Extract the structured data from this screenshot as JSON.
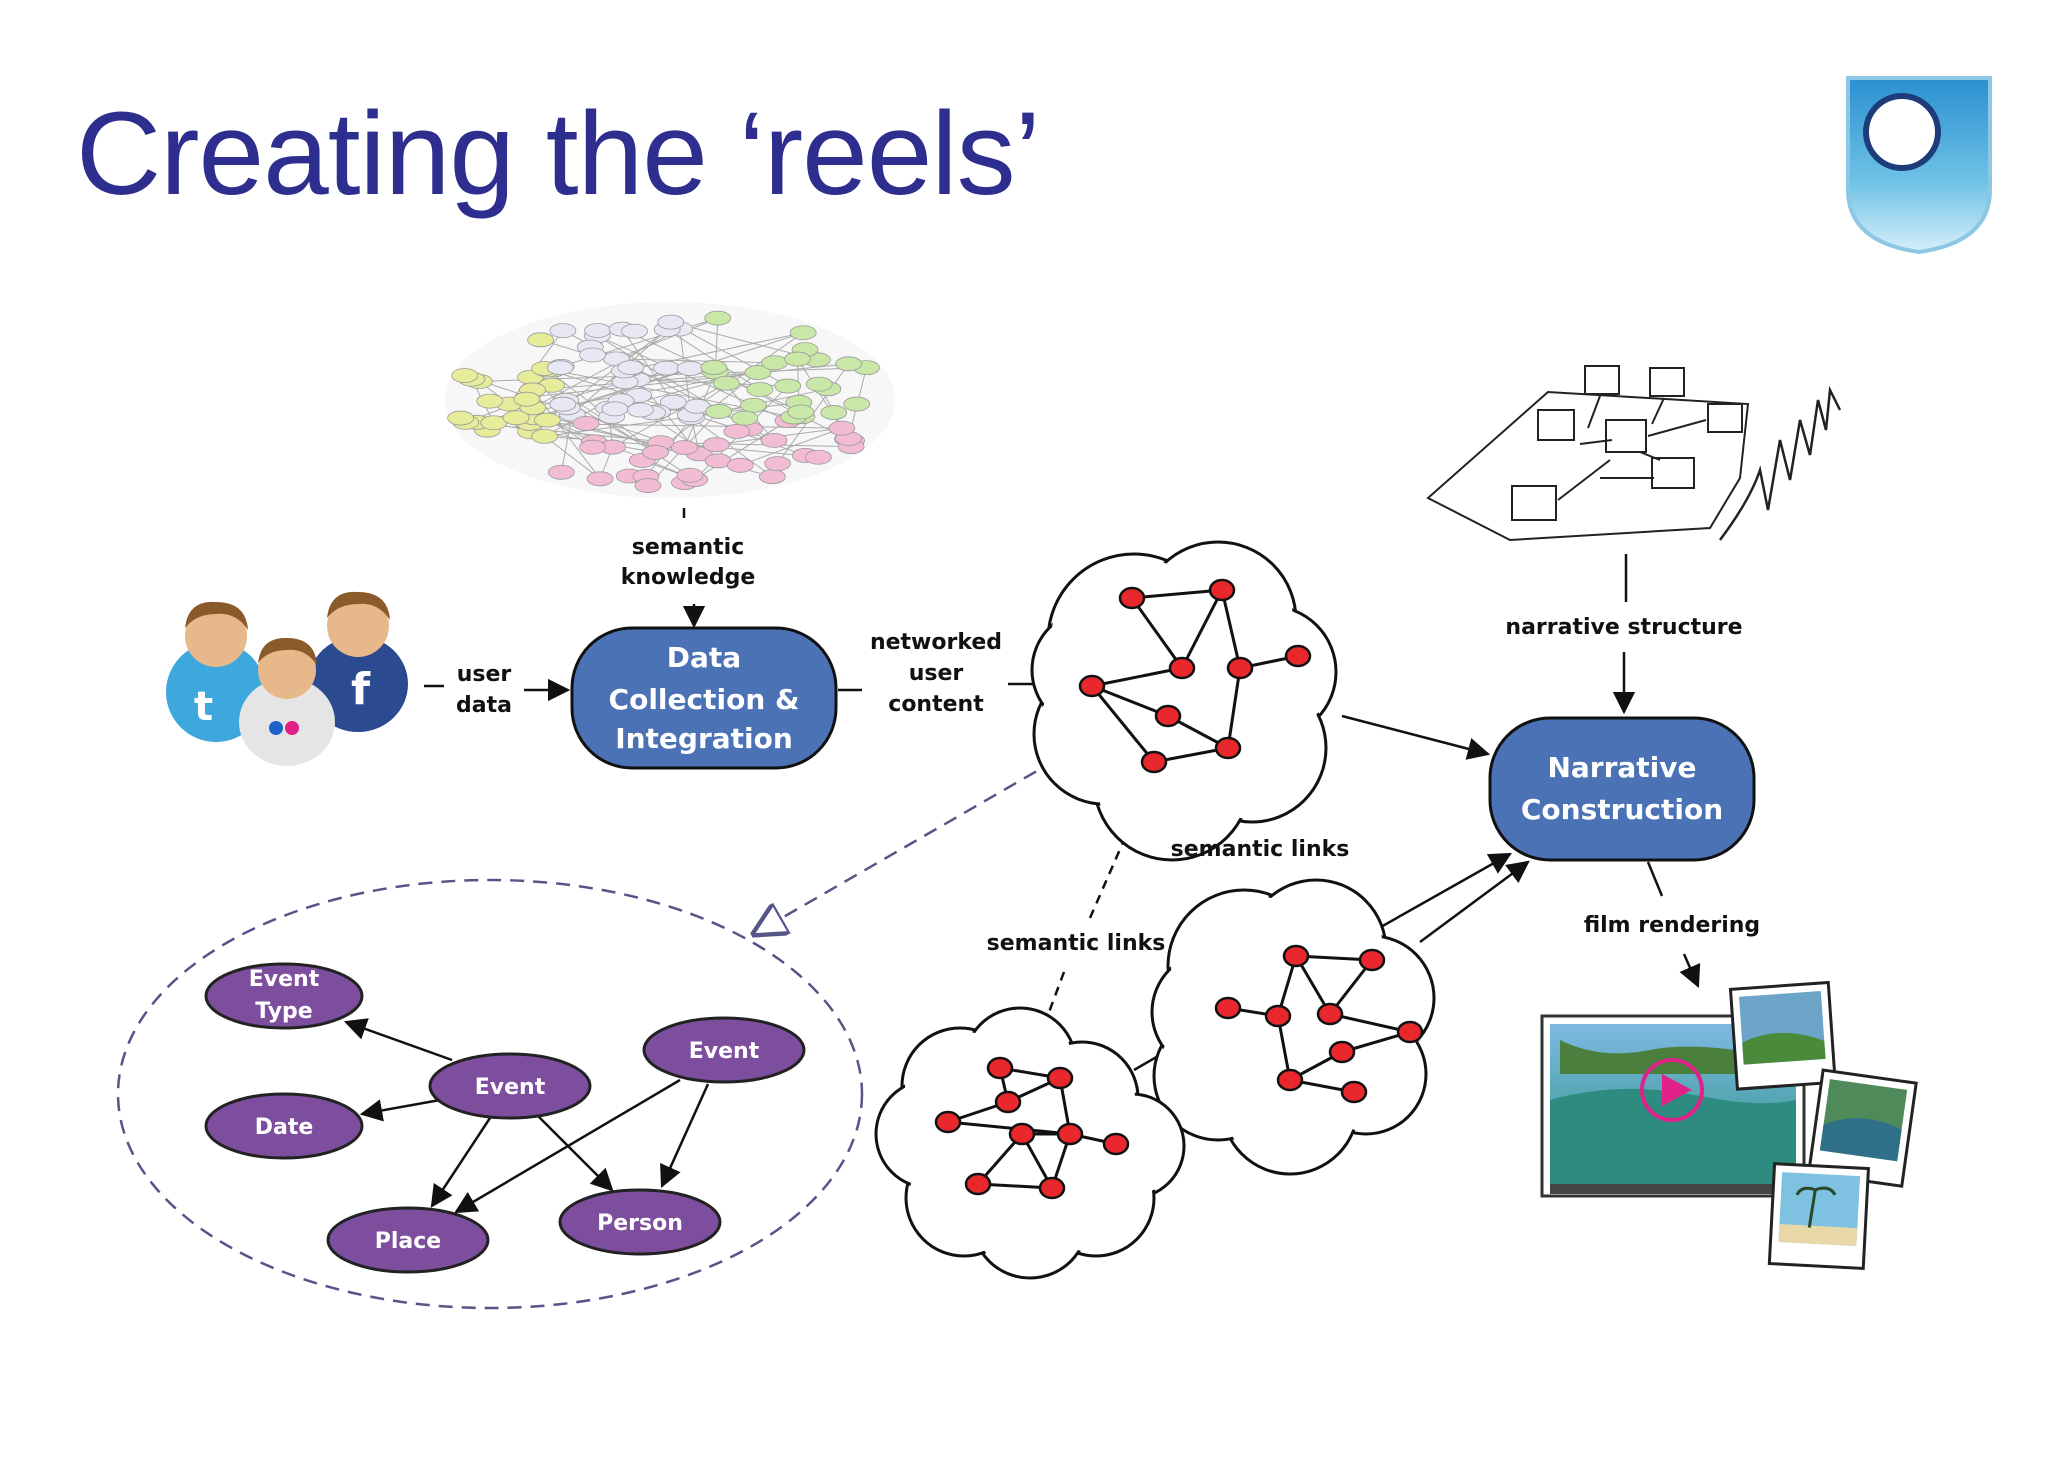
{
  "slide": {
    "title": "Creating the ‘reels’"
  },
  "colors": {
    "title": "#2e2e8f",
    "box_fill": "#4a72b5",
    "oval_fill": "#7d4e9e",
    "node_fill": "#e8282d",
    "dashed_edge": "#555588"
  },
  "icons": {
    "logo": "open-university-shield-icon",
    "users": "social-users-icon",
    "knowledge_graph": "semantic-graph-image",
    "narrative_sketch": "narrative-structure-sketch",
    "film": "film-rendering-image"
  },
  "labels": {
    "semantic_knowledge": [
      "semantic",
      "knowledge"
    ],
    "user_data": [
      "user",
      "data"
    ],
    "networked_user_content": [
      "networked",
      "user",
      "content"
    ],
    "narrative_structure": "narrative structure",
    "semantic_links_1": "semantic links",
    "semantic_links_2": "semantic links",
    "film_rendering": "film rendering"
  },
  "boxes": {
    "data_collection": [
      "Data",
      "Collection &",
      "Integration"
    ],
    "narrative_construction": [
      "Narrative",
      "Construction"
    ]
  },
  "model": {
    "nodes": {
      "event_type": [
        "Event",
        "Type"
      ],
      "event_main": "Event",
      "event_right": "Event",
      "date": "Date",
      "place": "Place",
      "person": "Person"
    }
  }
}
